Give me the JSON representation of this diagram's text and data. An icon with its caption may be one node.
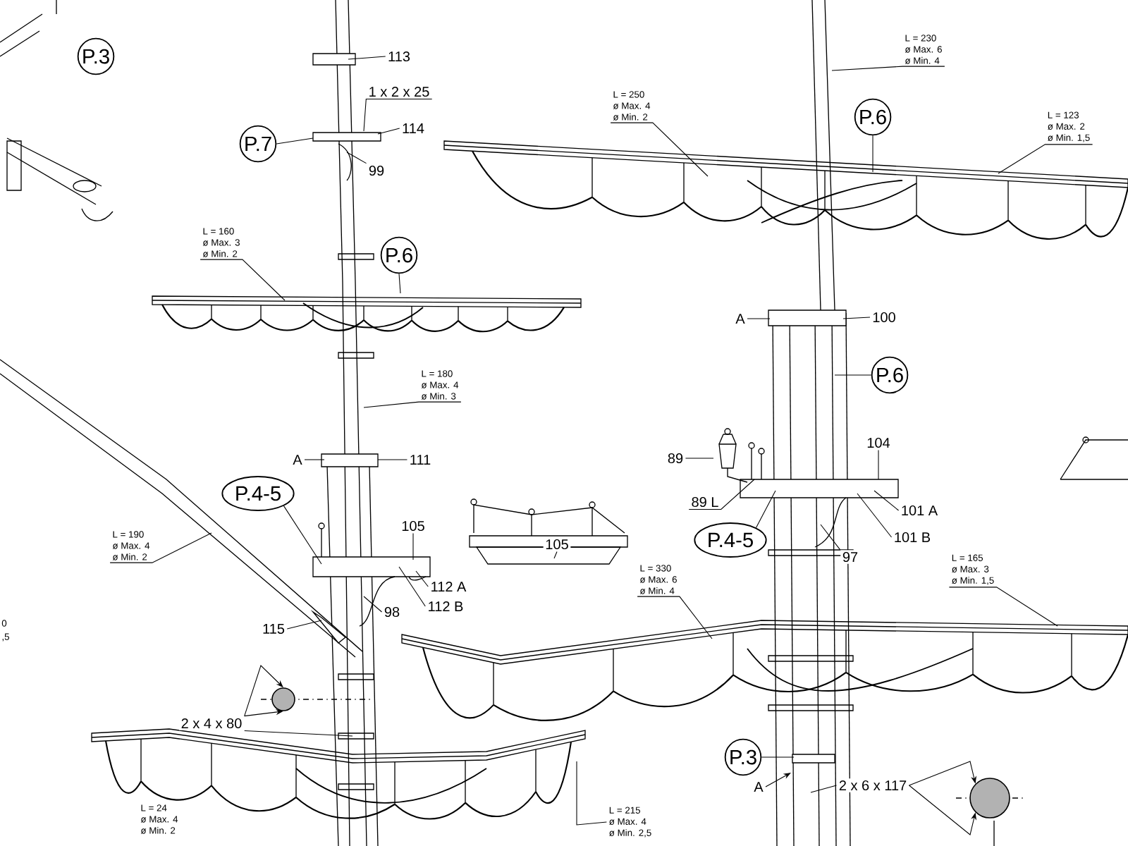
{
  "diagram": {
    "nodes": [
      {
        "text": [
          "P.3"
        ]
      },
      {
        "text": [
          "113"
        ]
      },
      {
        "text": [
          "1 x 2 x 25"
        ]
      },
      {
        "text": [
          "P.7"
        ]
      },
      {
        "text": [
          "114"
        ]
      },
      {
        "text": [
          "99"
        ]
      },
      {
        "text": [
          "L = 160",
          "ø Max. 3",
          "ø Min. 2"
        ]
      },
      {
        "text": [
          "P.6"
        ]
      },
      {
        "text": [
          "L = 250",
          "ø Max. 4",
          "ø Min. 2"
        ]
      },
      {
        "text": [
          "L = 230",
          "ø Max. 6",
          "ø Min. 4"
        ]
      },
      {
        "text": [
          "P.6"
        ]
      },
      {
        "text": [
          "L = 123",
          "ø Max. 2",
          "ø Min. 1,5"
        ]
      },
      {
        "text": [
          "A"
        ]
      },
      {
        "text": [
          "100"
        ]
      },
      {
        "text": [
          "P.6"
        ]
      },
      {
        "text": [
          "L = 180",
          "ø Max. 4",
          "ø Min. 3"
        ]
      },
      {
        "text": [
          "A"
        ]
      },
      {
        "text": [
          "111"
        ]
      },
      {
        "text": [
          "89"
        ]
      },
      {
        "text": [
          "104"
        ]
      },
      {
        "text": [
          "P.4-5"
        ]
      },
      {
        "text": [
          "89 L"
        ]
      },
      {
        "text": [
          "101 A"
        ]
      },
      {
        "text": [
          "105"
        ]
      },
      {
        "text": [
          "P.4-5"
        ]
      },
      {
        "text": [
          "101 B"
        ]
      },
      {
        "text": [
          "105"
        ]
      },
      {
        "text": [
          "L = 190",
          "ø Max. 4",
          "ø Min. 2"
        ]
      },
      {
        "text": [
          "97"
        ]
      },
      {
        "text": [
          "L = 330",
          "ø Max. 6",
          "ø Min. 4"
        ]
      },
      {
        "text": [
          "L = 165",
          "ø Max. 3",
          "ø Min. 1,5"
        ]
      },
      {
        "text": [
          "112 A"
        ]
      },
      {
        "text": [
          "112 B"
        ]
      },
      {
        "text": [
          "98"
        ]
      },
      {
        "text": [
          "115"
        ]
      },
      {
        "text": [],
        "shape": "circle"
      },
      {
        "text": [
          "2 x 4 x 80"
        ]
      },
      {
        "text": [
          "P.3"
        ]
      },
      {
        "text": [
          "A"
        ]
      },
      {
        "text": [
          "2 x 6 x 117"
        ]
      },
      {
        "text": [],
        "shape": "circle"
      },
      {
        "text": [
          "L = 215",
          "ø Max. 4",
          "ø Min. 2,5"
        ]
      },
      {
        "text": [
          "L = 24",
          "ø Max. 4",
          "ø Min. 2"
        ]
      }
    ],
    "edges": [
      {
        "from": 1,
        "to": null,
        "arrow": "none"
      },
      {
        "from": 2,
        "to": null,
        "arrow": "none"
      },
      {
        "from": 3,
        "to": null,
        "arrow": "none"
      },
      {
        "from": 4,
        "to": null,
        "arrow": "none"
      },
      {
        "from": 5,
        "to": null,
        "arrow": "none"
      },
      {
        "from": 6,
        "to": null,
        "arrow": "none"
      },
      {
        "from": 7,
        "to": null,
        "arrow": "none"
      },
      {
        "from": 8,
        "to": null,
        "arrow": "none"
      },
      {
        "from": 9,
        "to": null,
        "arrow": "none"
      },
      {
        "from": 10,
        "to": null,
        "arrow": "none"
      },
      {
        "from": 11,
        "to": null,
        "arrow": "none"
      },
      {
        "from": 12,
        "to": null,
        "arrow": "none"
      },
      {
        "from": 13,
        "to": null,
        "arrow": "none"
      },
      {
        "from": 14,
        "to": null,
        "arrow": "none"
      },
      {
        "from": 15,
        "to": null,
        "arrow": "none"
      },
      {
        "from": 16,
        "to": null,
        "arrow": "none"
      },
      {
        "from": 17,
        "to": null,
        "arrow": "none"
      },
      {
        "from": 18,
        "to": null,
        "arrow": "none"
      },
      {
        "from": 19,
        "to": null,
        "arrow": "none"
      },
      {
        "from": 20,
        "to": null,
        "arrow": "none"
      },
      {
        "from": 21,
        "to": null,
        "arrow": "none"
      },
      {
        "from": 22,
        "to": null,
        "arrow": "none"
      },
      {
        "from": 23,
        "to": null,
        "arrow": "none"
      },
      {
        "from": 24,
        "to": null,
        "arrow": "none"
      },
      {
        "from": 25,
        "to": null,
        "arrow": "none"
      },
      {
        "from": 26,
        "to": null,
        "arrow": "none"
      },
      {
        "from": 27,
        "to": null,
        "arrow": "none"
      },
      {
        "from": 28,
        "to": null,
        "arrow": "none"
      },
      {
        "from": 29,
        "to": null,
        "arrow": "none"
      },
      {
        "from": 30,
        "to": null,
        "arrow": "none"
      },
      {
        "from": 31,
        "to": null,
        "arrow": "none"
      },
      {
        "from": 32,
        "to": null,
        "arrow": "none"
      },
      {
        "from": 33,
        "to": null,
        "arrow": "none"
      },
      {
        "from": 34,
        "to": null,
        "arrow": "none"
      },
      {
        "from": 36,
        "to": 35,
        "arrow": "to"
      },
      {
        "from": 36,
        "to": 35,
        "arrow": "to"
      },
      {
        "from": 36,
        "to": null,
        "arrow": "none"
      },
      {
        "from": 37,
        "to": null,
        "arrow": "none"
      },
      {
        "from": 38,
        "to": null,
        "arrow": "to"
      },
      {
        "from": 39,
        "to": 40,
        "arrow": "to"
      },
      {
        "from": 39,
        "to": 40,
        "arrow": "to"
      },
      {
        "from": 39,
        "to": null,
        "arrow": "none"
      },
      {
        "from": 41,
        "to": null,
        "arrow": "none"
      }
    ],
    "labels": [
      "0",
      ",5"
    ]
  }
}
